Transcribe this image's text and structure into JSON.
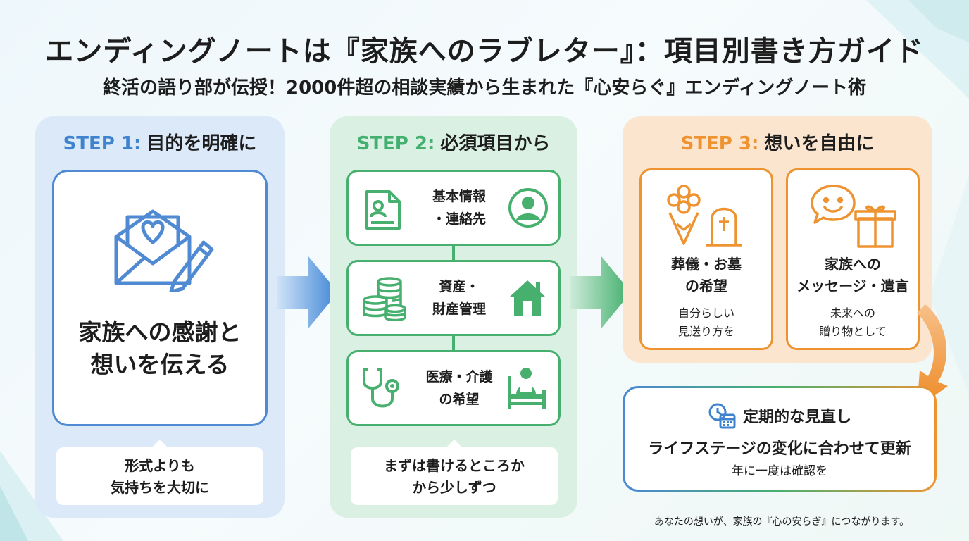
{
  "header": {
    "title": "エンディングノートは『家族へのラブレター』：項目別書き方ガイド",
    "subtitle": "終活の語り部が伝授！2000件超の相談実績から生まれた『心安らぐ』エンディングノート術"
  },
  "steps": [
    {
      "step_label": "STEP 1:",
      "heading": "目的を明確に",
      "main_text_line1": "家族への感謝と",
      "main_text_line2": "想いを伝える",
      "callout_line1": "形式よりも",
      "callout_line2": "気持ちを大切に",
      "icon": "love-letter-envelope-icon"
    },
    {
      "step_label": "STEP 2:",
      "heading": "必須項目から",
      "items": [
        {
          "line1": "基本情報",
          "line2": "・連絡先",
          "icon_left": "document-profile-icon",
          "icon_right": "person-circle-icon"
        },
        {
          "line1": "資産・",
          "line2": "財産管理",
          "icon_left": "coins-stack-icon",
          "icon_right": "house-icon"
        },
        {
          "line1": "医療・介護",
          "line2": "の希望",
          "icon_left": "stethoscope-icon",
          "icon_right": "patient-bed-icon"
        }
      ],
      "callout_line1": "まずは書けるところか",
      "callout_line2": "から少しずつ"
    },
    {
      "step_label": "STEP 3:",
      "heading": "想いを自由に",
      "cards": [
        {
          "title_line1": "葬儀・お墓",
          "title_line2": "の希望",
          "sub_line1": "自分らしい",
          "sub_line2": "見送り方を",
          "icon": "flowers-gravestone-icon"
        },
        {
          "title_line1": "家族への",
          "title_line2": "メッセージ・遺言",
          "sub_line1": "未来への",
          "sub_line2": "贈り物として",
          "icon": "speech-bubble-gift-icon"
        }
      ]
    }
  ],
  "review": {
    "heading": "定期的な見直し",
    "main": "ライフステージの変化に合わせて更新",
    "sub": "年に一度は確認を",
    "icon": "clock-calendar-icon"
  },
  "footer": "あなたの想いが、家族の『心の安らぎ』につながります。",
  "colors": {
    "blue": "#3f83cf",
    "green": "#43b06f",
    "orange": "#ee9330"
  }
}
